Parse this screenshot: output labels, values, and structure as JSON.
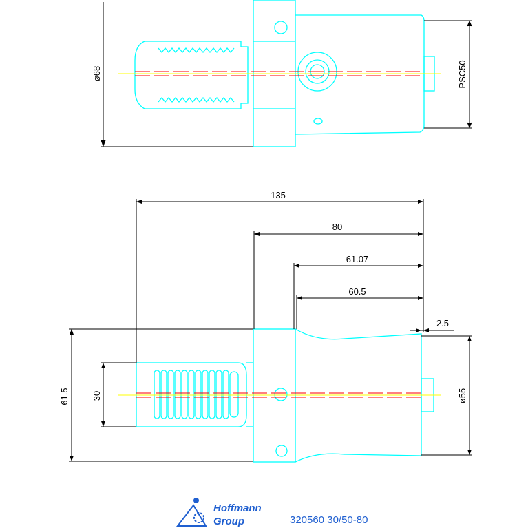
{
  "colors": {
    "outline": "#00ffff",
    "dimension": "#000000",
    "centerline_red": "#ff0000",
    "centerline_yellow": "#ffff00",
    "brand": "#1f5fd0"
  },
  "top_view": {
    "diameter_label": "ø68",
    "interface_label": "PSC50"
  },
  "front_view": {
    "dim_total": "135",
    "dim_80": "80",
    "dim_61_07": "61.07",
    "dim_60_5": "60.5",
    "dim_2_5": "2.5",
    "dim_61_5": "61.5",
    "dim_30": "30",
    "dim_d55": "ø55"
  },
  "footer": {
    "logo_line1": "Hoffmann",
    "logo_line2": "Group",
    "part_number": "320560 30/50-80"
  }
}
